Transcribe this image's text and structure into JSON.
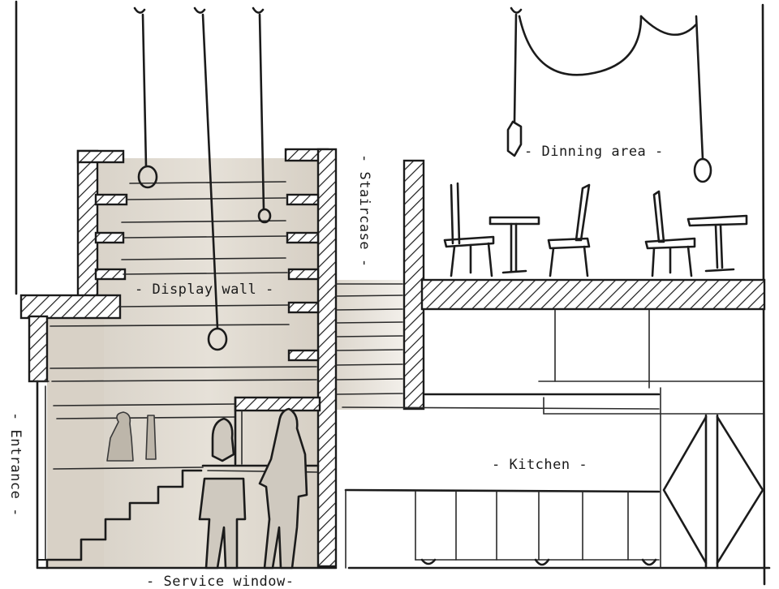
{
  "labels": {
    "display_wall": "- Display wall -",
    "dining_area": "- Dinning area -",
    "kitchen": "- Kitchen -",
    "staircase": "- Staircase -",
    "entrance": "- Entrance -",
    "service_window": "- Service window-"
  },
  "colors": {
    "ink": "#1b1b1b",
    "wash": "#dcd6cc",
    "paper": "#ffffff"
  }
}
